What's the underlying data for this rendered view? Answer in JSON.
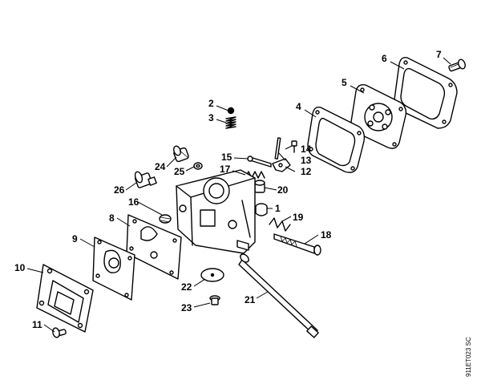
{
  "diagram": {
    "drawing_code": "911ET023 SC",
    "callouts": [
      {
        "id": "1",
        "label": "1"
      },
      {
        "id": "2",
        "label": "2"
      },
      {
        "id": "3",
        "label": "3"
      },
      {
        "id": "4",
        "label": "4"
      },
      {
        "id": "5",
        "label": "5"
      },
      {
        "id": "6",
        "label": "6"
      },
      {
        "id": "7",
        "label": "7"
      },
      {
        "id": "8",
        "label": "8"
      },
      {
        "id": "9",
        "label": "9"
      },
      {
        "id": "10",
        "label": "10"
      },
      {
        "id": "11",
        "label": "11"
      },
      {
        "id": "12",
        "label": "12"
      },
      {
        "id": "13",
        "label": "13"
      },
      {
        "id": "14",
        "label": "14"
      },
      {
        "id": "15",
        "label": "15"
      },
      {
        "id": "16",
        "label": "16"
      },
      {
        "id": "17",
        "label": "17"
      },
      {
        "id": "18",
        "label": "18"
      },
      {
        "id": "19",
        "label": "19"
      },
      {
        "id": "20",
        "label": "20"
      },
      {
        "id": "21",
        "label": "21"
      },
      {
        "id": "22",
        "label": "22"
      },
      {
        "id": "23",
        "label": "23"
      },
      {
        "id": "24",
        "label": "24"
      },
      {
        "id": "25",
        "label": "25"
      },
      {
        "id": "26",
        "label": "26"
      }
    ]
  }
}
